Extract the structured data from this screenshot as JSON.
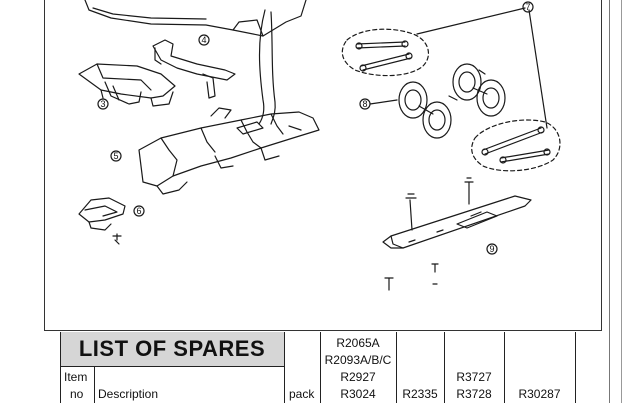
{
  "callouts": [
    "3",
    "4",
    "5",
    "6",
    "7",
    "8",
    "9"
  ],
  "spares_table": {
    "title": "LIST OF SPARES",
    "item_label_top": "Item",
    "item_label_bottom": "no",
    "description_label": "Description",
    "pack_label": "pack",
    "col1_lines": [
      "R2065A",
      "R2093A/B/C",
      "R2927",
      "R3024"
    ],
    "col2": "R2335",
    "col3_lines": [
      "R3727",
      "R3728"
    ],
    "col4": "R30287"
  }
}
